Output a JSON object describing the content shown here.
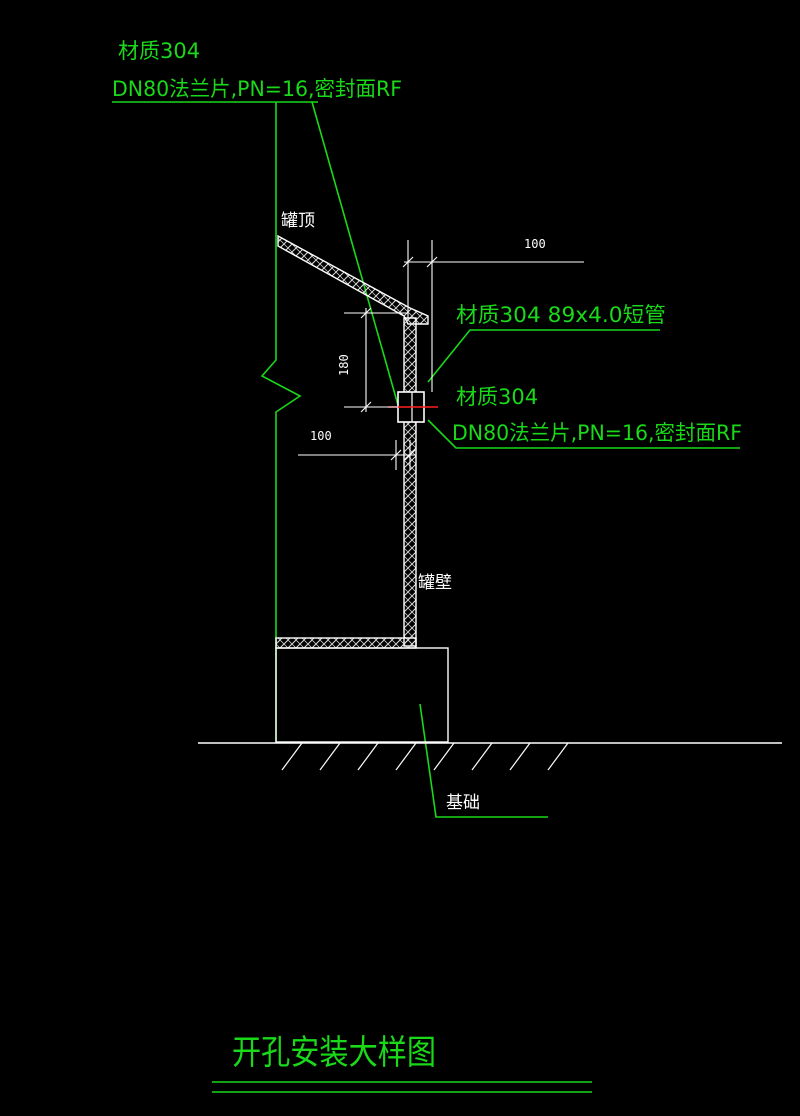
{
  "annotations": {
    "top_material": "材质304",
    "top_flange": "DN80法兰片,PN=16,密封面RF",
    "pipe_spec": "材质304 89x4.0短管",
    "mid_material": "材质304",
    "mid_flange": "DN80法兰片,PN=16,密封面RF"
  },
  "labels": {
    "roof": "罐顶",
    "wall": "罐壁",
    "foundation": "基础"
  },
  "dimensions": {
    "top_width": "100",
    "vertical": "180",
    "left_width": "100"
  },
  "title": "开孔安装大样图",
  "colors": {
    "annotation": "#19d919",
    "structure": "#ffffff",
    "highlight": "#ff2020",
    "background": "#000000"
  }
}
